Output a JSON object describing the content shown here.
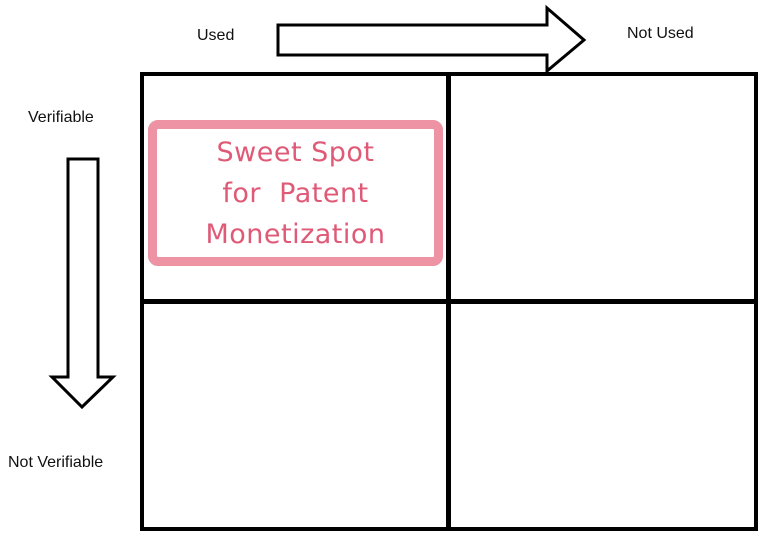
{
  "axes": {
    "horizontal": {
      "start_label": "Used",
      "end_label": "Not Used"
    },
    "vertical": {
      "start_label": "Verifiable",
      "end_label": "Not Verifiable"
    }
  },
  "annotation": {
    "lines": [
      "Sweet Spot",
      "for  Patent",
      "Monetization"
    ],
    "border_color": "#ee93a3",
    "text_color": "#df5a77"
  },
  "colors": {
    "background": "#ffffff",
    "grid_line": "#000000",
    "arrow_outline": "#000000",
    "arrow_fill": "#ffffff"
  },
  "icons": {
    "horizontal_arrow": "right-arrow-icon",
    "vertical_arrow": "down-arrow-icon"
  }
}
